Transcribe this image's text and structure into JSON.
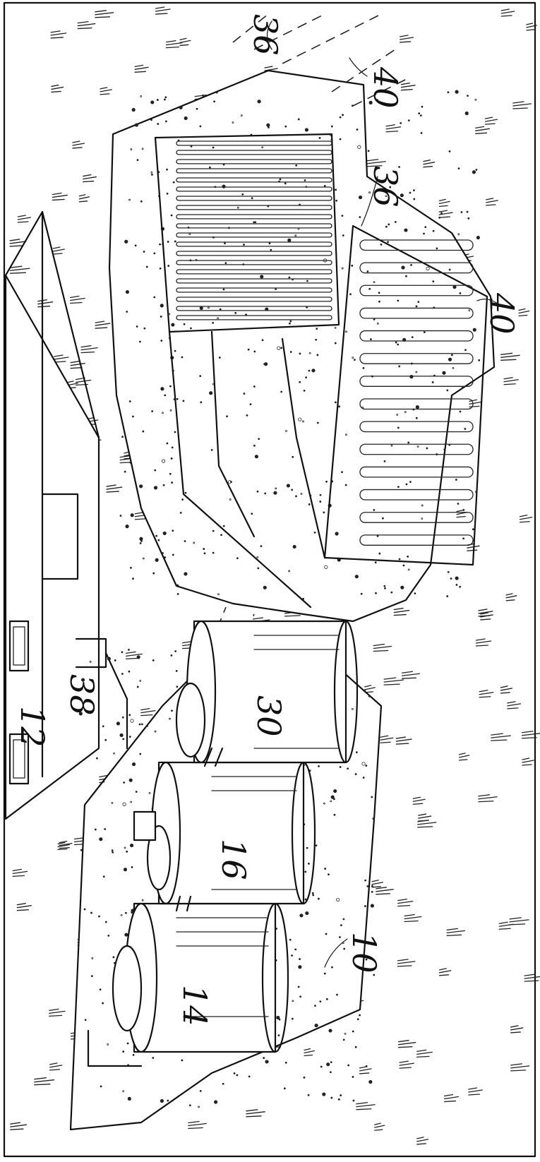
{
  "figure": {
    "reference_numerals": [
      {
        "id": "house",
        "text": "12"
      },
      {
        "id": "pipe-inlet",
        "text": "38"
      },
      {
        "id": "tank-1",
        "text": "14"
      },
      {
        "id": "tank-2",
        "text": "16"
      },
      {
        "id": "tank-3",
        "text": "30"
      },
      {
        "id": "system",
        "text": "10"
      },
      {
        "id": "field-upper",
        "text": "36"
      },
      {
        "id": "field-lower",
        "text": "36"
      },
      {
        "id": "bed-upper",
        "text": "40"
      },
      {
        "id": "bed-lower",
        "text": "40"
      }
    ]
  }
}
